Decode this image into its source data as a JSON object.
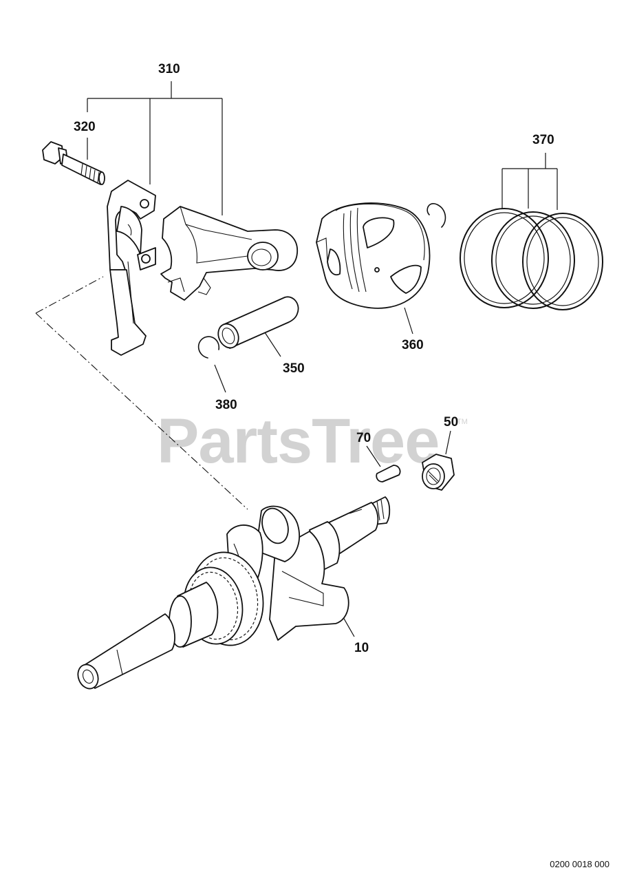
{
  "watermark": {
    "text": "PartsTree",
    "mark": "TM"
  },
  "drawing_number": "0200 0018 000",
  "parts": [
    {
      "id": "310",
      "label": "310",
      "description": ""
    },
    {
      "id": "320",
      "label": "320",
      "description": ""
    },
    {
      "id": "370",
      "label": "370",
      "description": ""
    },
    {
      "id": "360",
      "label": "360",
      "description": ""
    },
    {
      "id": "350",
      "label": "350",
      "description": ""
    },
    {
      "id": "380",
      "label": "380",
      "description": ""
    },
    {
      "id": "70",
      "label": "70",
      "description": ""
    },
    {
      "id": "50",
      "label": "50",
      "description": ""
    },
    {
      "id": "10",
      "label": "10",
      "description": ""
    }
  ],
  "colors": {
    "line": "#111111",
    "background": "#ffffff",
    "watermark": "#d2d2d2"
  }
}
